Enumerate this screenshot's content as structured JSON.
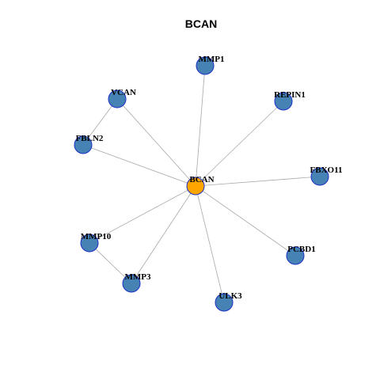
{
  "title": "BCAN",
  "colors": {
    "hub_fill": "#FFA500",
    "node_fill": "#4682B4",
    "node_stroke": "#1C2FC8",
    "edge": "#A8A8A8",
    "background": "#FFFFFF"
  },
  "network": {
    "hub": "BCAN",
    "nodes": [
      {
        "id": "BCAN",
        "label": "BCAN",
        "role": "hub"
      },
      {
        "id": "MMP1",
        "label": "MMP1",
        "role": "neighbor"
      },
      {
        "id": "REPIN1",
        "label": "REPIN1",
        "role": "neighbor"
      },
      {
        "id": "VCAN",
        "label": "VCAN",
        "role": "neighbor"
      },
      {
        "id": "FBLN2",
        "label": "FBLN2",
        "role": "neighbor"
      },
      {
        "id": "FBXO11",
        "label": "FBXO11",
        "role": "neighbor"
      },
      {
        "id": "MMP10",
        "label": "MMP10",
        "role": "neighbor"
      },
      {
        "id": "PCBD1",
        "label": "PCBD1",
        "role": "neighbor"
      },
      {
        "id": "MMP3",
        "label": "MMP3",
        "role": "neighbor"
      },
      {
        "id": "ULK3",
        "label": "ULK3",
        "role": "neighbor"
      }
    ],
    "edges": [
      [
        "BCAN",
        "MMP1"
      ],
      [
        "BCAN",
        "REPIN1"
      ],
      [
        "BCAN",
        "VCAN"
      ],
      [
        "BCAN",
        "FBLN2"
      ],
      [
        "BCAN",
        "FBXO11"
      ],
      [
        "BCAN",
        "MMP10"
      ],
      [
        "BCAN",
        "PCBD1"
      ],
      [
        "BCAN",
        "MMP3"
      ],
      [
        "BCAN",
        "ULK3"
      ],
      [
        "VCAN",
        "FBLN2"
      ],
      [
        "MMP10",
        "MMP3"
      ]
    ]
  }
}
